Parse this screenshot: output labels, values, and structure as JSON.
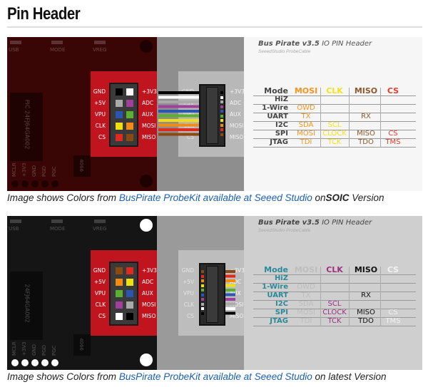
{
  "page": {
    "title": "Pin Header"
  },
  "figures": [
    {
      "theme": {
        "board": "#3a0505",
        "overlay": "#8e8e8e",
        "panel": "#f6f6f6",
        "light_square": "#b8b8b8",
        "header_red": "#c0141e",
        "mode_color": "#444444",
        "holes": "#1e0202",
        "title_color": "#555555"
      },
      "panel_title_bold": "Bus Pirate v3.5",
      "panel_title_rest": " IO PIN Header",
      "panel_subtitle": "SeeedStudio ProbeCable",
      "board_labels": {
        "usb": "USB",
        "mode": "MODE",
        "vreg": "VREG",
        "chip": "PIC 24FJ64GA002",
        "ic": "4066",
        "pads": [
          "MCLR",
          "+3V3",
          "GND",
          "PGD",
          "PGC"
        ]
      },
      "pins_left": [
        "GND",
        "+5V",
        "VPU",
        "CLK",
        "CS"
      ],
      "pins_right": [
        "+3V3",
        "ADC",
        "AUX",
        "MOSI",
        "MISO"
      ],
      "pin_colors": [
        [
          "#000000",
          "#ffffff"
        ],
        [
          "#aaaaaa",
          "#a0409a"
        ],
        [
          "#2a55b0",
          "#5cb030"
        ],
        [
          "#f0e010",
          "#f58a10"
        ],
        [
          "#e02a20",
          "#8b4a12"
        ]
      ],
      "wire_colors": [
        "#000000",
        "#ffffff",
        "#aaaaaa",
        "#a0409a",
        "#2a55b0",
        "#5cb030",
        "#f0e010",
        "#f58a10",
        "#e02a20",
        "#8b4a12"
      ],
      "table": {
        "headers": [
          "Mode",
          "MOSI",
          "CLK",
          "MISO",
          "CS"
        ],
        "header_colors": [
          "#444444",
          "#f7941d",
          "#f2e21a",
          "#8b5a2b",
          "#e83a2e"
        ],
        "rows": [
          [
            "HiZ",
            "",
            "",
            "",
            ""
          ],
          [
            "1-Wire",
            "OWD",
            "",
            "",
            ""
          ],
          [
            "UART",
            "TX",
            "",
            "RX",
            ""
          ],
          [
            "I2C",
            "SDA",
            "SCL",
            "",
            ""
          ],
          [
            "SPI",
            "MOSI",
            "CLOCK",
            "MISO",
            "CS"
          ],
          [
            "JTAG",
            "TDI",
            "TCK",
            "TDO",
            "TMS"
          ]
        ]
      },
      "caption": {
        "prefix": "Image shows Colors from ",
        "link": "BusPirate ProbeKit available at Seeed Studio",
        "mid": " on",
        "bold": "SOIC",
        "suffix": " Version"
      }
    },
    {
      "theme": {
        "board": "#151515",
        "overlay": "#9a9a9a",
        "panel": "#cfcfcf",
        "light_square": "#bdbdbd",
        "header_red": "#c0141e",
        "mode_color": "#2a8a9a",
        "holes": "#ffffff",
        "title_color": "#444444"
      },
      "panel_title_bold": "Bus Pirate v3.5",
      "panel_title_rest": " IO PIN Header",
      "panel_subtitle": "SeeedStudio ProbeCable",
      "board_labels": {
        "usb": "USB",
        "mode": "MODE",
        "vreg": "VREG",
        "chip": "24FJ64GA002",
        "ic": "4066",
        "pads": [
          "MCLR",
          "+3V3",
          "GND",
          "PGD",
          "PGC"
        ]
      },
      "pins_left": [
        "GND",
        "+5V",
        "VPU",
        "CLK",
        "CS"
      ],
      "pins_right": [
        "+3V3",
        "ADC",
        "AUX",
        "MOSI",
        "MISO"
      ],
      "pin_colors": [
        [
          "#8b4a12",
          "#e02a20"
        ],
        [
          "#f58a10",
          "#f0e010"
        ],
        [
          "#5cb030",
          "#2a55b0"
        ],
        [
          "#a0409a",
          "#aaaaaa"
        ],
        [
          "#ffffff",
          "#000000"
        ]
      ],
      "wire_colors": [
        "#8b4a12",
        "#e02a20",
        "#f58a10",
        "#f0e010",
        "#5cb030",
        "#2a55b0",
        "#a0409a",
        "#aaaaaa",
        "#ffffff",
        "#000000"
      ],
      "table": {
        "headers": [
          "Mode",
          "MOSI",
          "CLK",
          "MISO",
          "CS"
        ],
        "header_colors": [
          "#2a8a9a",
          "#bdbdbd",
          "#a0307f",
          "#111111",
          "#f2f2f2"
        ],
        "rows": [
          [
            "HiZ",
            "",
            "",
            "",
            ""
          ],
          [
            "1-Wire",
            "OWD",
            "",
            "",
            ""
          ],
          [
            "UART",
            "TX",
            "",
            "RX",
            ""
          ],
          [
            "I2C",
            "SDA",
            "SCL",
            "",
            ""
          ],
          [
            "SPI",
            "MOSI",
            "CLOCK",
            "MISO",
            "CS"
          ],
          [
            "JTAG",
            "TDI",
            "TCK",
            "TDO",
            "TMS"
          ]
        ]
      },
      "caption": {
        "prefix": "Image shows Colors from ",
        "link": "BusPirate ProbeKit available at Seeed Studio",
        "mid": " on latest",
        "bold": "",
        "suffix": " Version"
      }
    }
  ]
}
